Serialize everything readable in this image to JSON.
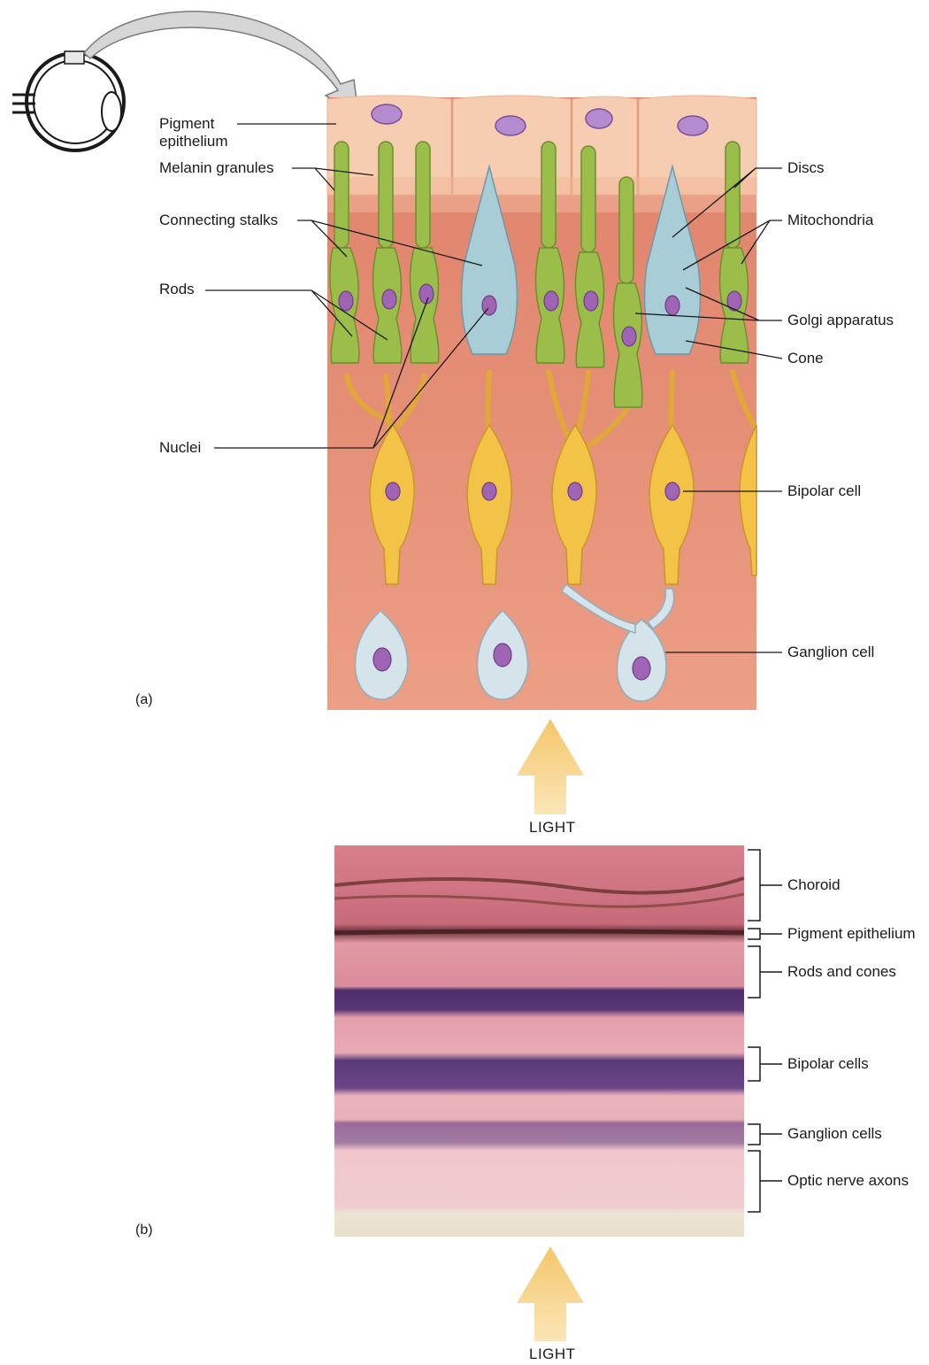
{
  "panel_a": {
    "tag": "(a)",
    "left_labels": {
      "pigment_epithelium_line1": "Pigment",
      "pigment_epithelium_line2": "epithelium",
      "melanin_granules": "Melanin granules",
      "connecting_stalks": "Connecting stalks",
      "rods": "Rods",
      "nuclei": "Nuclei"
    },
    "right_labels": {
      "discs": "Discs",
      "mitochondria": "Mitochondria",
      "golgi_apparatus": "Golgi apparatus",
      "cone": "Cone",
      "bipolar_cell": "Bipolar cell",
      "ganglion_cell": "Ganglion cell"
    },
    "light_label": "LIGHT"
  },
  "panel_b": {
    "tag": "(b)",
    "layers": [
      "Choroid",
      "Pigment epithelium",
      "Rods and cones",
      "Bipolar cells",
      "Ganglion cells",
      "Optic nerve axons"
    ],
    "light_label": "LIGHT"
  },
  "colors": {
    "tissue": "#e58a72",
    "pigment_cells": "#f6cdb0",
    "rod": "#9bbd4a",
    "cone": "#a9cdd6",
    "bipolar": "#f2c347",
    "ganglion": "#d5e4ea",
    "nucleus": "#a064b4",
    "light_arrow": "#f6d27e"
  }
}
